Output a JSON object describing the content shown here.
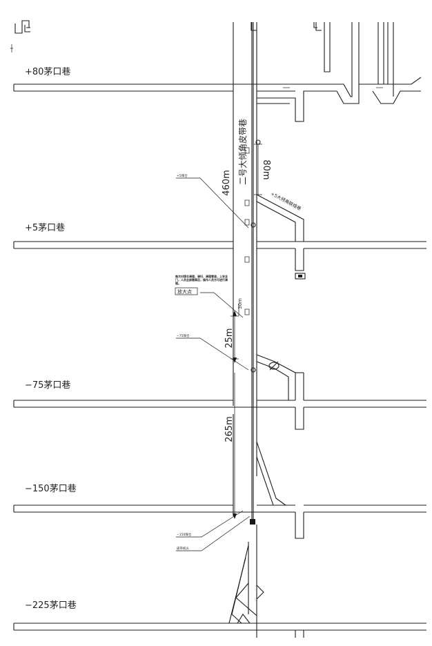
{
  "levels": {
    "l80": "+80茅口巷",
    "l5": "+5茅口巷",
    "lm75": "−75茅口巷",
    "lm150": "−150茅口巷",
    "lm225": "−225茅口巷"
  },
  "shaft_label": "二号大倾角皮带巷",
  "branch_label": "+5大倾角联络巷",
  "dimensions": {
    "d460": "460m",
    "d80": "80m",
    "d25": "25m",
    "d265": "265m",
    "d30": "30m"
  },
  "callouts": {
    "c1": "+5煤仓",
    "c2": "每次对煤仓清理，清扫、清理巷道，上安全门，人员全部撤离后，操作人员方可进行清理。",
    "c3": "放大点",
    "c4": "−75煤仓",
    "c5": "−150煤仓",
    "c6": "皮带机头"
  }
}
